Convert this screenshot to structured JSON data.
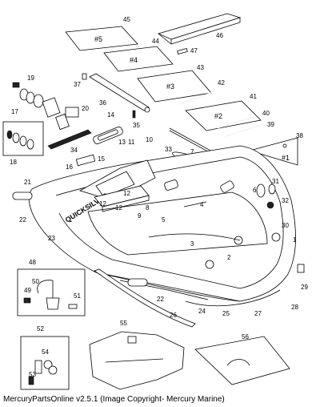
{
  "caption": "MercuryPartsOnline v2.5.1 (Image Copyright- Mercury Marine)",
  "brand_text": "QUICKSILVER",
  "panels": {
    "p5": "#5",
    "p4": "#4",
    "p3": "#3",
    "p2": "#2",
    "p1": "#1"
  },
  "callouts": {
    "n1": "1",
    "n2": "2",
    "n3": "3",
    "n4": "4",
    "n5": "5",
    "n6": "6",
    "n7": "7",
    "n8": "8",
    "n9": "9",
    "n10": "10",
    "n11": "11",
    "n12a": "12",
    "n12b": "12",
    "n12c": "12",
    "n13": "13",
    "n14": "14",
    "n15": "15",
    "n16": "16",
    "n17": "17",
    "n18": "18",
    "n19": "19",
    "n20": "20",
    "n21": "21",
    "n22a": "22",
    "n22b": "22",
    "n23": "23",
    "n24": "24",
    "n25": "25",
    "n26": "26",
    "n27": "27",
    "n28": "28",
    "n29": "29",
    "n30": "30",
    "n31": "31",
    "n32": "32",
    "n33": "33",
    "n34": "34",
    "n35": "35",
    "n36": "36",
    "n37": "37",
    "n38": "38",
    "n39": "39",
    "n40": "40",
    "n41": "41",
    "n42": "42",
    "n43": "43",
    "n44": "44",
    "n45": "45",
    "n46": "46",
    "n47": "47",
    "n48": "48",
    "n49": "49",
    "n50": "50",
    "n51": "51",
    "n52": "52",
    "n53": "53",
    "n54": "54",
    "n55": "55",
    "n56": "56"
  }
}
